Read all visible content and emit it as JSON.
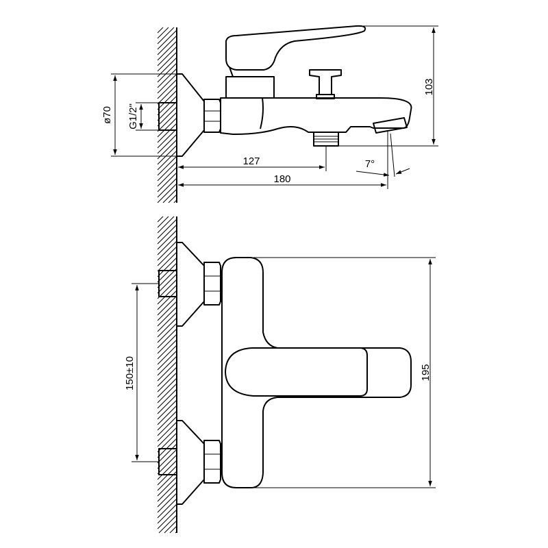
{
  "dimensions": {
    "side_view": {
      "diameter": "ø70",
      "thread": "G1/2\"",
      "height": "103",
      "spout_offset": "127",
      "total_length": "180",
      "angle": "7°"
    },
    "front_view": {
      "center_distance": "150±10",
      "body_height": "195"
    }
  }
}
